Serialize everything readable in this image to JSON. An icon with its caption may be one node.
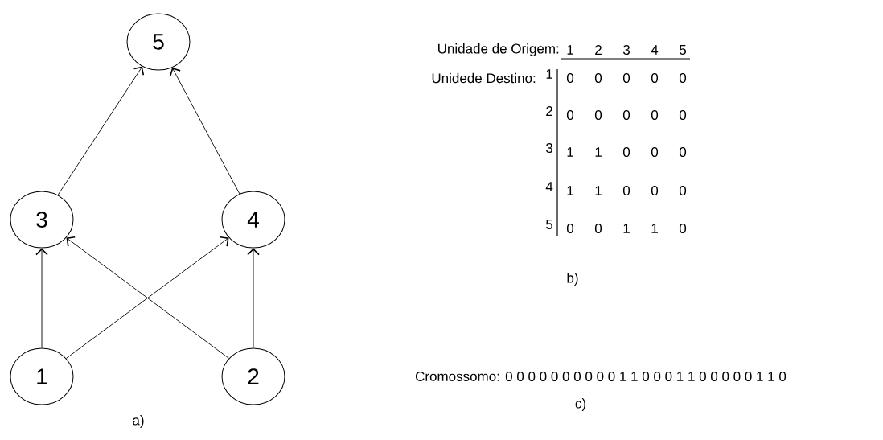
{
  "diagram": {
    "nodes": [
      {
        "text": [
          "5"
        ]
      },
      {
        "text": [
          "3"
        ]
      },
      {
        "text": [
          "4"
        ]
      },
      {
        "text": [
          "1"
        ]
      },
      {
        "text": [
          "2"
        ]
      }
    ],
    "edges": [
      {
        "from": 3,
        "to": 1,
        "arrow": "to"
      },
      {
        "from": 3,
        "to": 2,
        "arrow": "to"
      },
      {
        "from": 4,
        "to": 1,
        "arrow": "to"
      },
      {
        "from": 4,
        "to": 2,
        "arrow": "to"
      },
      {
        "from": 1,
        "to": 0,
        "arrow": "to"
      },
      {
        "from": 2,
        "to": 0,
        "arrow": "to"
      }
    ],
    "labels": [
      "a)",
      "Unidade de Origem:",
      "1",
      "2",
      "3",
      "4",
      "5",
      "Unidede Destino:",
      "1",
      "0",
      "0",
      "0",
      "0",
      "0",
      "2",
      "0",
      "0",
      "0",
      "0",
      "0",
      "3",
      "1",
      "1",
      "0",
      "0",
      "0",
      "4",
      "1",
      "1",
      "0",
      "0",
      "0",
      "5",
      "0",
      "0",
      "1",
      "1",
      "0",
      "b)",
      "Cromossomo: 0 0 0 0 0 0 0 0 0 0 1 1 0 0 0 1 1 0 0 0 0 0 1 1 0",
      "c)"
    ]
  }
}
